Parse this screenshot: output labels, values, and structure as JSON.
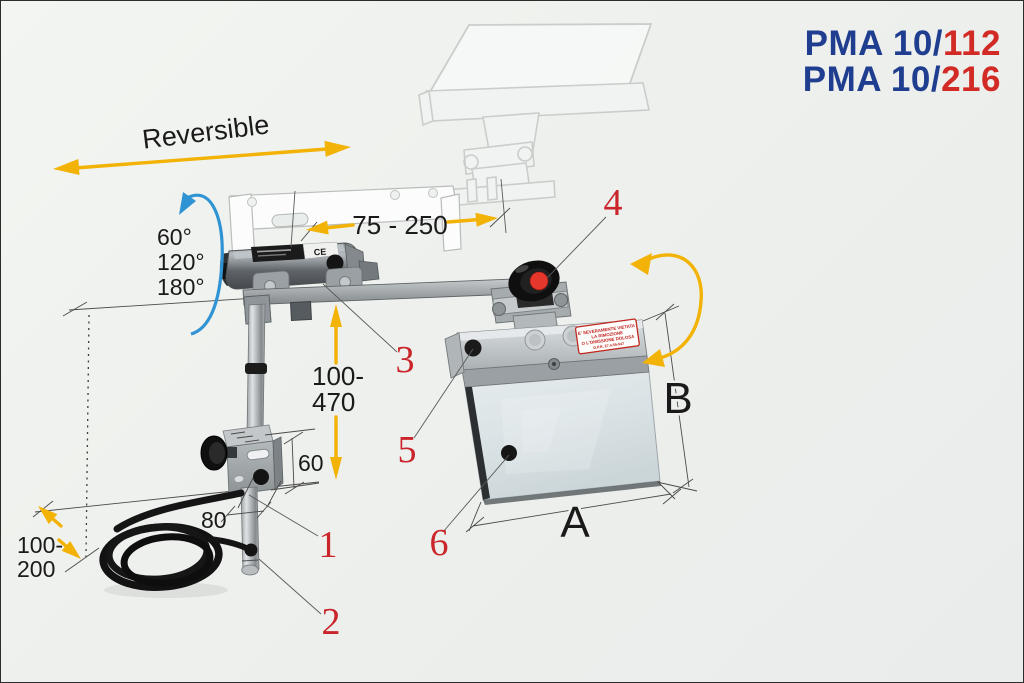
{
  "page": {
    "background": "#eef0ed",
    "border_color": "#2c2c2c"
  },
  "title": {
    "model_lines": [
      {
        "prefix": "PMA 10/",
        "number": "112"
      },
      {
        "prefix": "PMA 10/",
        "number": "216"
      }
    ],
    "prefix_color": "#203e90",
    "number_color": "#d22b26"
  },
  "annotations": {
    "reversible_label": "Reversible",
    "rotation_angles": [
      "60°",
      "120°",
      "180°"
    ],
    "arm_extension_range": "75 - 250",
    "vertical_adjustment_range": [
      "100-",
      "470"
    ],
    "clamp_height": "60",
    "rod_offset": "80",
    "mount_height_range": [
      "100-",
      "200"
    ],
    "shield_width_label": "A",
    "shield_height_label": "B"
  },
  "part_numbers": [
    "1",
    "2",
    "3",
    "4",
    "5",
    "6"
  ],
  "shield_warning_label": {
    "lines": [
      "E' SEVERAMENTE VIETATA",
      "LA RIMOZIONE",
      "O L'OMISSIONE DOLOSA",
      "D.P.R. 27.4.55-547"
    ]
  },
  "housing_label": {
    "ce_mark": "CE"
  },
  "colors": {
    "dimension_yellow": "#f2b206",
    "rotation_blue": "#3094d4",
    "part_number_red": "#c9252b",
    "text_black": "#1a1a1a"
  }
}
